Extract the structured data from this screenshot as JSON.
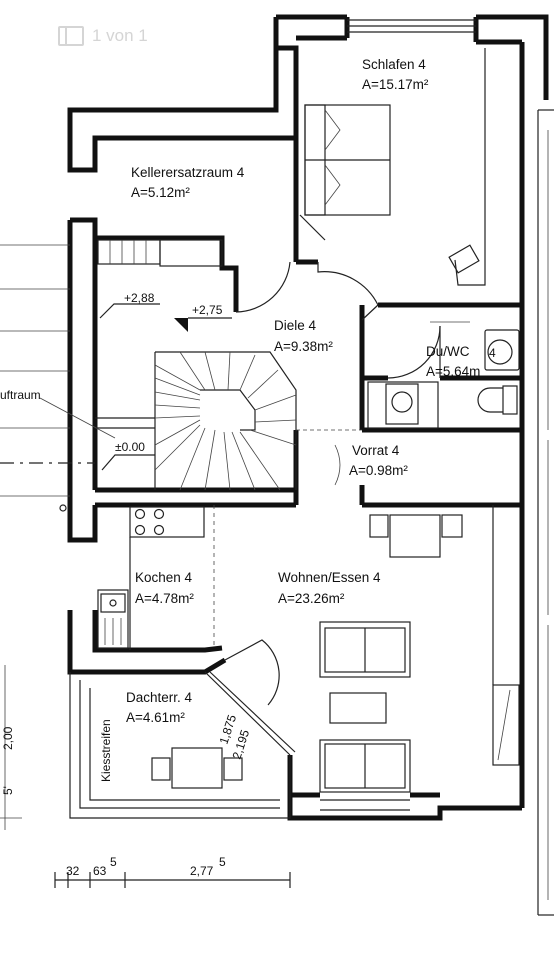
{
  "viewer": {
    "page_indicator": "1 von 1",
    "icon": "page-thumbnail-icon"
  },
  "rooms": [
    {
      "id": "schlafen",
      "name": "Schlafen  4",
      "area": "A=15.17m²"
    },
    {
      "id": "kellerersatzraum",
      "name": "Kellerersatzraum  4",
      "area": "A=5.12m²"
    },
    {
      "id": "diele",
      "name": "Diele  4",
      "area": "A=9.38m²"
    },
    {
      "id": "duwc",
      "name": "Du/WC",
      "area": "A=5.64m"
    },
    {
      "id": "vorrat",
      "name": "Vorrat  4",
      "area": "A=0.98m²"
    },
    {
      "id": "kochen",
      "name": "Kochen  4",
      "area": "A=4.78m²"
    },
    {
      "id": "wohnen",
      "name": "Wohnen/Essen  4",
      "area": "A=23.26m²"
    },
    {
      "id": "dachterr",
      "name": "Dachterr.  4",
      "area": "A=4.61m²"
    }
  ],
  "labels": {
    "duwc_marker": "4",
    "level_288": "+2,88",
    "level_275": "+2,75",
    "level_000": "±0.00",
    "luftraum": "uftraum",
    "kiesstreifen": "Kiesstreifen",
    "dim_1875": "1,875",
    "dim_2195": "2,195",
    "dim_left_a": "2,00",
    "dim_left_b": "5'",
    "bottom_dims": {
      "d1": "32",
      "d2": "63",
      "d2_sup": "5",
      "d3": "2,77",
      "d3_sup": "5"
    }
  }
}
